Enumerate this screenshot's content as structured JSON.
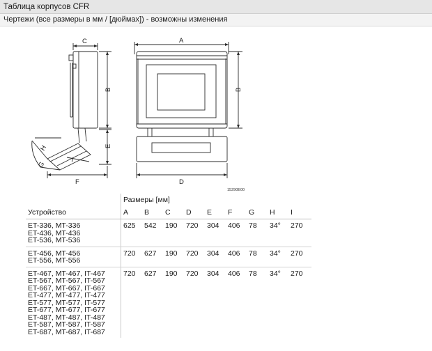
{
  "header": {
    "title": "Таблица корпусов CFR",
    "subtitle": "Чертежи (все размеры в мм / [дюймах]) - возможны изменения"
  },
  "drawing": {
    "labels": {
      "A": "A",
      "B": "B",
      "C": "C",
      "D": "D",
      "E": "E",
      "F": "F",
      "G": "G",
      "H": "H",
      "I": "I"
    },
    "drawing_code": "15290E00"
  },
  "table": {
    "caption": "Размеры [мм]",
    "device_header": "Устройство",
    "columns": [
      "A",
      "B",
      "C",
      "D",
      "E",
      "F",
      "G",
      "H",
      "I"
    ],
    "rows": [
      {
        "devices": [
          "ET-336, MT-336",
          "ET-436, MT-436",
          "ET-536, MT-536"
        ],
        "values": [
          "625",
          "542",
          "190",
          "720",
          "304",
          "406",
          "78",
          "34°",
          "270"
        ]
      },
      {
        "devices": [
          "ET-456, MT-456",
          "ET-556, MT-556"
        ],
        "values": [
          "720",
          "627",
          "190",
          "720",
          "304",
          "406",
          "78",
          "34°",
          "270"
        ]
      },
      {
        "devices": [
          "ET-467, MT-467, IT-467",
          "ET-567, MT-567, IT-567",
          "ET-667, MT-667, IT-667",
          "ET-477, MT-477, IT-477",
          "ET-577, MT-577, IT-577",
          "ET-677, MT-677, IT-677",
          "ET-487, MT-487, IT-487",
          "ET-587, MT-587, IT-587",
          "ET-687, MT-687, IT-687"
        ],
        "values": [
          "720",
          "627",
          "190",
          "720",
          "304",
          "406",
          "78",
          "34°",
          "270"
        ]
      }
    ]
  }
}
